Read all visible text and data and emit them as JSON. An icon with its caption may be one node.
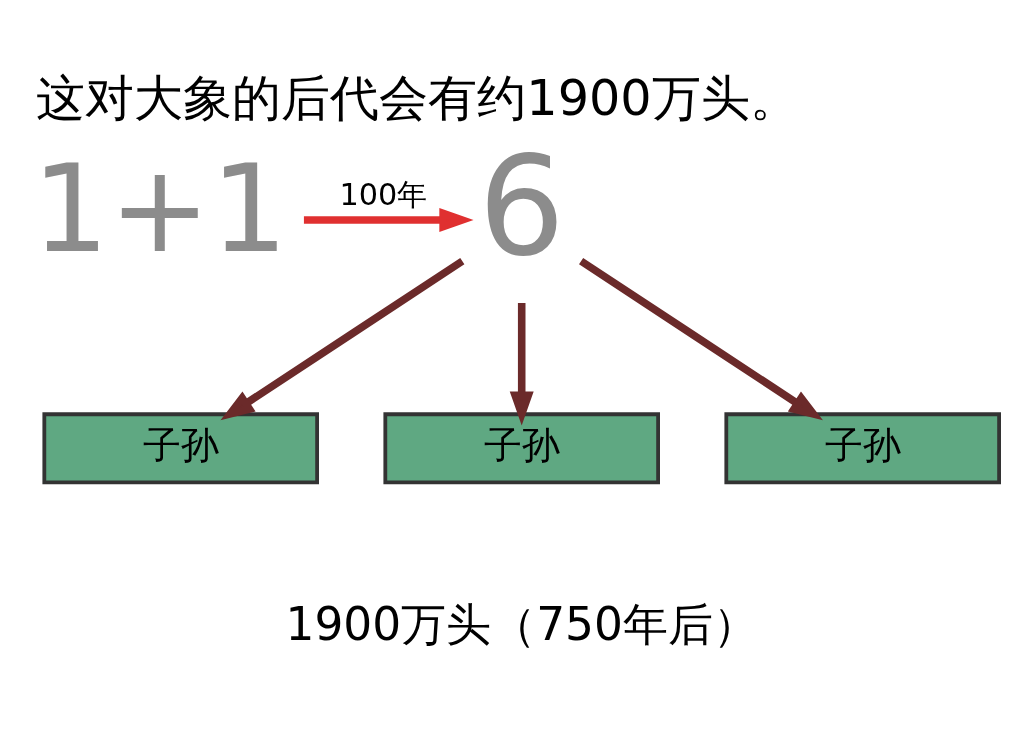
{
  "diagram": {
    "title": "这对大象的后代会有约1900万头。",
    "nodes": [
      {
        "text": [
          "1+1"
        ]
      },
      {
        "text": [
          "6"
        ]
      },
      {
        "text": [
          "子孙"
        ]
      },
      {
        "text": [
          "子孙"
        ]
      },
      {
        "text": [
          "子孙"
        ]
      }
    ],
    "edges": [
      {
        "from": 0,
        "to": 1,
        "arrow": "to",
        "label": "100年",
        "color": "#e03030"
      },
      {
        "from": 1,
        "to": 2,
        "arrow": "to"
      },
      {
        "from": 1,
        "to": 3,
        "arrow": "to"
      },
      {
        "from": 1,
        "to": 4,
        "arrow": "to"
      }
    ],
    "labels": [
      "1900万头（750年后）"
    ]
  }
}
